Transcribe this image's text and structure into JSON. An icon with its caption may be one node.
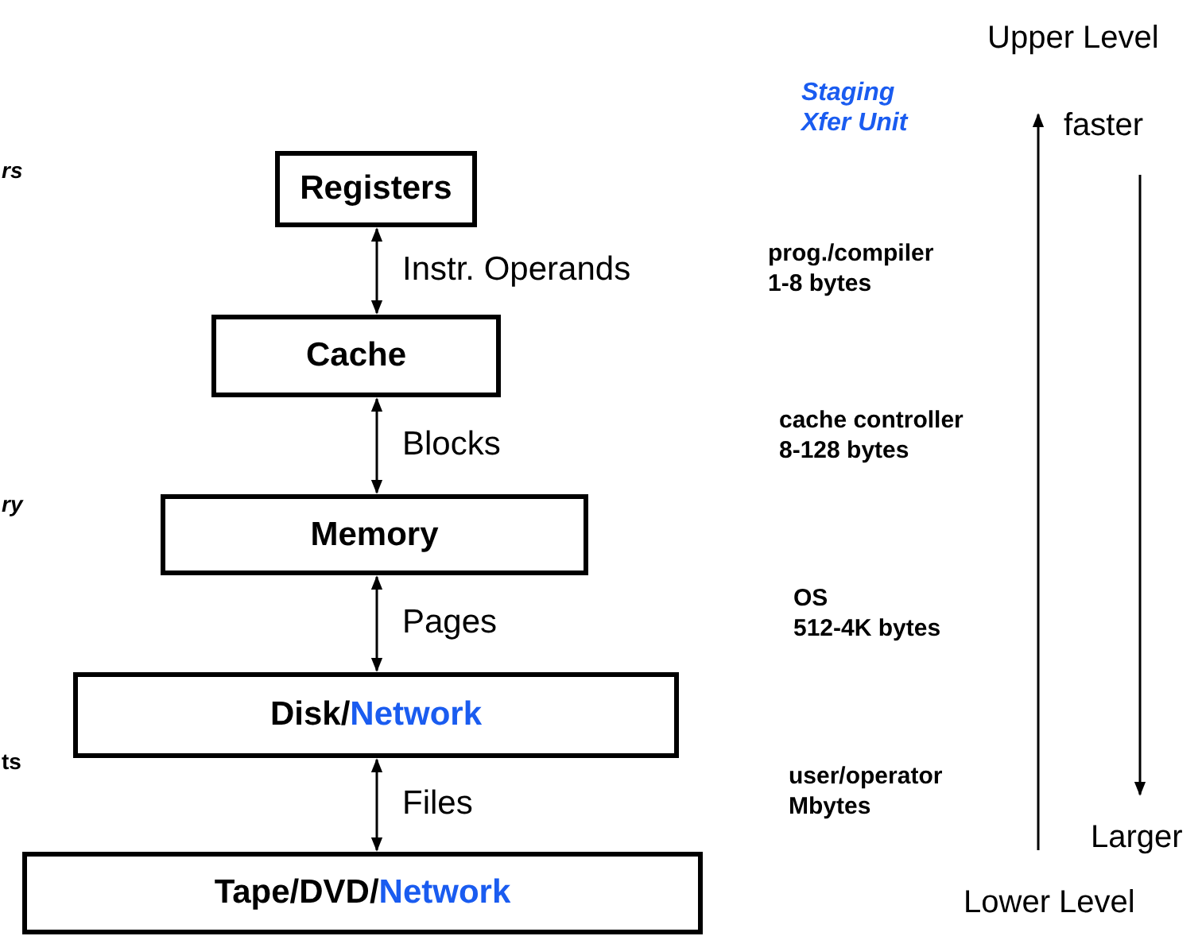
{
  "diagram": {
    "nodes": [
      {
        "text": [
          "Registers"
        ]
      },
      {
        "text": [
          "Cache"
        ]
      },
      {
        "text": [
          "Memory"
        ]
      },
      {
        "text": [
          "Disk/",
          "Network"
        ]
      },
      {
        "text": [
          "Tape/DVD/",
          "Network"
        ]
      }
    ],
    "edges": [
      {
        "from": 0,
        "to": 1,
        "arrow": "both",
        "label": "Instr. Operands"
      },
      {
        "from": 1,
        "to": 2,
        "arrow": "both",
        "label": "Blocks"
      },
      {
        "from": 2,
        "to": 3,
        "arrow": "both",
        "label": "Pages"
      },
      {
        "from": 3,
        "to": 4,
        "arrow": "both",
        "label": "Files"
      }
    ],
    "labels": [
      "Upper Level",
      "Staging",
      "Xfer Unit",
      "faster",
      "rs",
      "prog./compiler",
      "1-8 bytes",
      "cache controller",
      "8-128 bytes",
      "ry",
      "OS",
      "512-4K bytes",
      "ts",
      "user/operator",
      "Mbytes",
      "Larger",
      "Lower Level"
    ]
  }
}
